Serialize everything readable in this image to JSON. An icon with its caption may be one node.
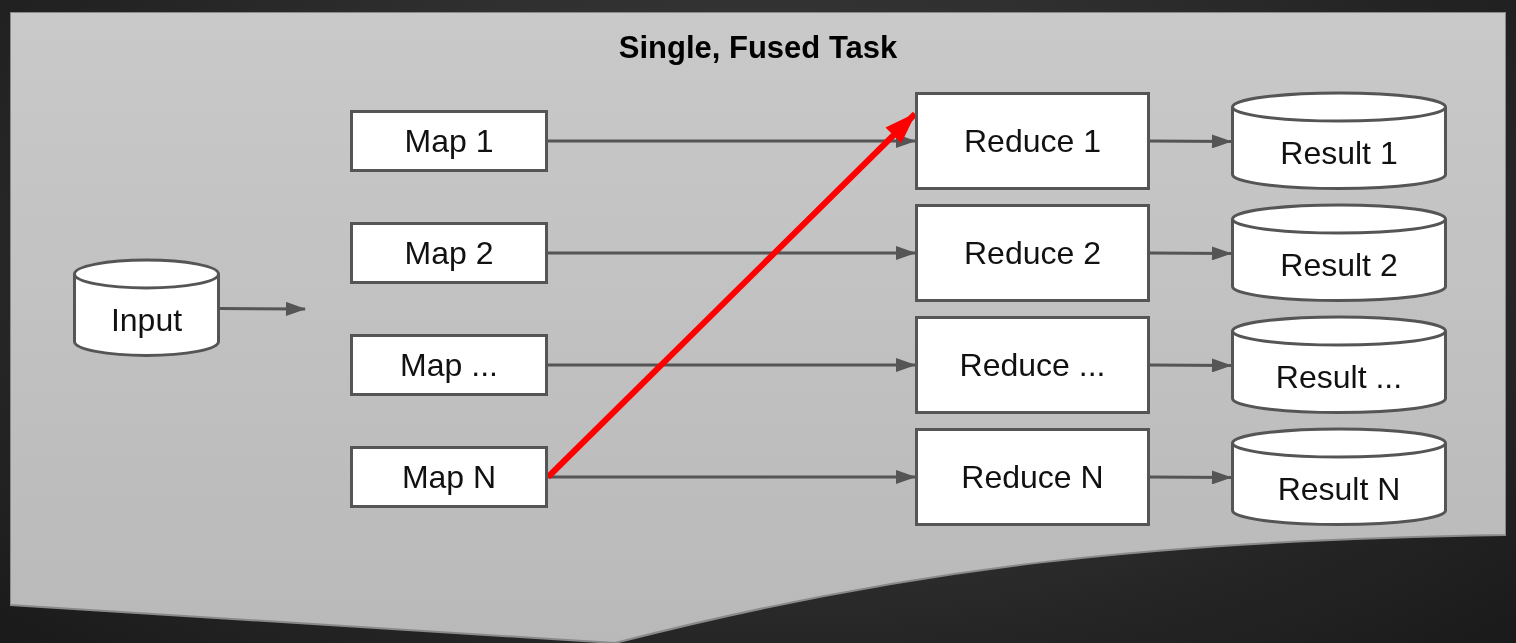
{
  "diagram": {
    "nodes": [
      {
        "text": [
          "Single, Fused Task"
        ]
      },
      {
        "text": [
          "Input"
        ],
        "in": 0
      },
      {
        "text": [
          "Map 1"
        ],
        "in": 0
      },
      {
        "text": [
          "Map 2"
        ],
        "in": 0
      },
      {
        "text": [
          "Map ..."
        ],
        "in": 0
      },
      {
        "text": [
          "Map N"
        ],
        "in": 0
      },
      {
        "text": [
          "Reduce 1"
        ],
        "in": 0
      },
      {
        "text": [
          "Reduce 2"
        ],
        "in": 0
      },
      {
        "text": [
          "Reduce ..."
        ],
        "in": 0
      },
      {
        "text": [
          "Reduce N"
        ],
        "in": 0
      },
      {
        "text": [
          "Result 1"
        ],
        "in": 0
      },
      {
        "text": [
          "Result 2"
        ],
        "in": 0
      },
      {
        "text": [
          "Result ..."
        ],
        "in": 0
      },
      {
        "text": [
          "Result N"
        ],
        "in": 0
      }
    ],
    "edges": [
      {
        "from": 1,
        "to": null,
        "arrow": "to"
      },
      {
        "from": 2,
        "to": 6,
        "arrow": "to"
      },
      {
        "from": 3,
        "to": 7,
        "arrow": "to"
      },
      {
        "from": 4,
        "to": 8,
        "arrow": "to"
      },
      {
        "from": 5,
        "to": 9,
        "arrow": "to"
      },
      {
        "from": 5,
        "to": 6,
        "arrow": "to",
        "style": "thick",
        "color": "#ff0000"
      },
      {
        "from": 6,
        "to": 10,
        "arrow": "to"
      },
      {
        "from": 7,
        "to": 11,
        "arrow": "to"
      },
      {
        "from": 8,
        "to": 12,
        "arrow": "to"
      },
      {
        "from": 9,
        "to": 13,
        "arrow": "to"
      }
    ]
  }
}
